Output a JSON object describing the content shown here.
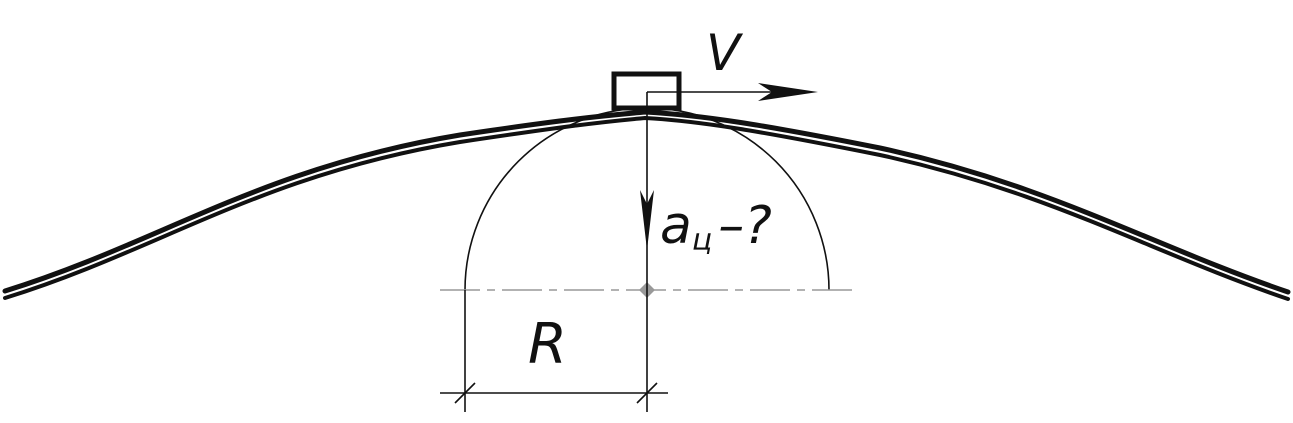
{
  "labels": {
    "velocity": "V",
    "accel_symbol": "a",
    "accel_subscript": "ц",
    "accel_question": "–?",
    "radius": "R"
  },
  "colors": {
    "ink": "#111111",
    "axis": "#999999",
    "center_marker": "#999999",
    "background": "#ffffff"
  }
}
